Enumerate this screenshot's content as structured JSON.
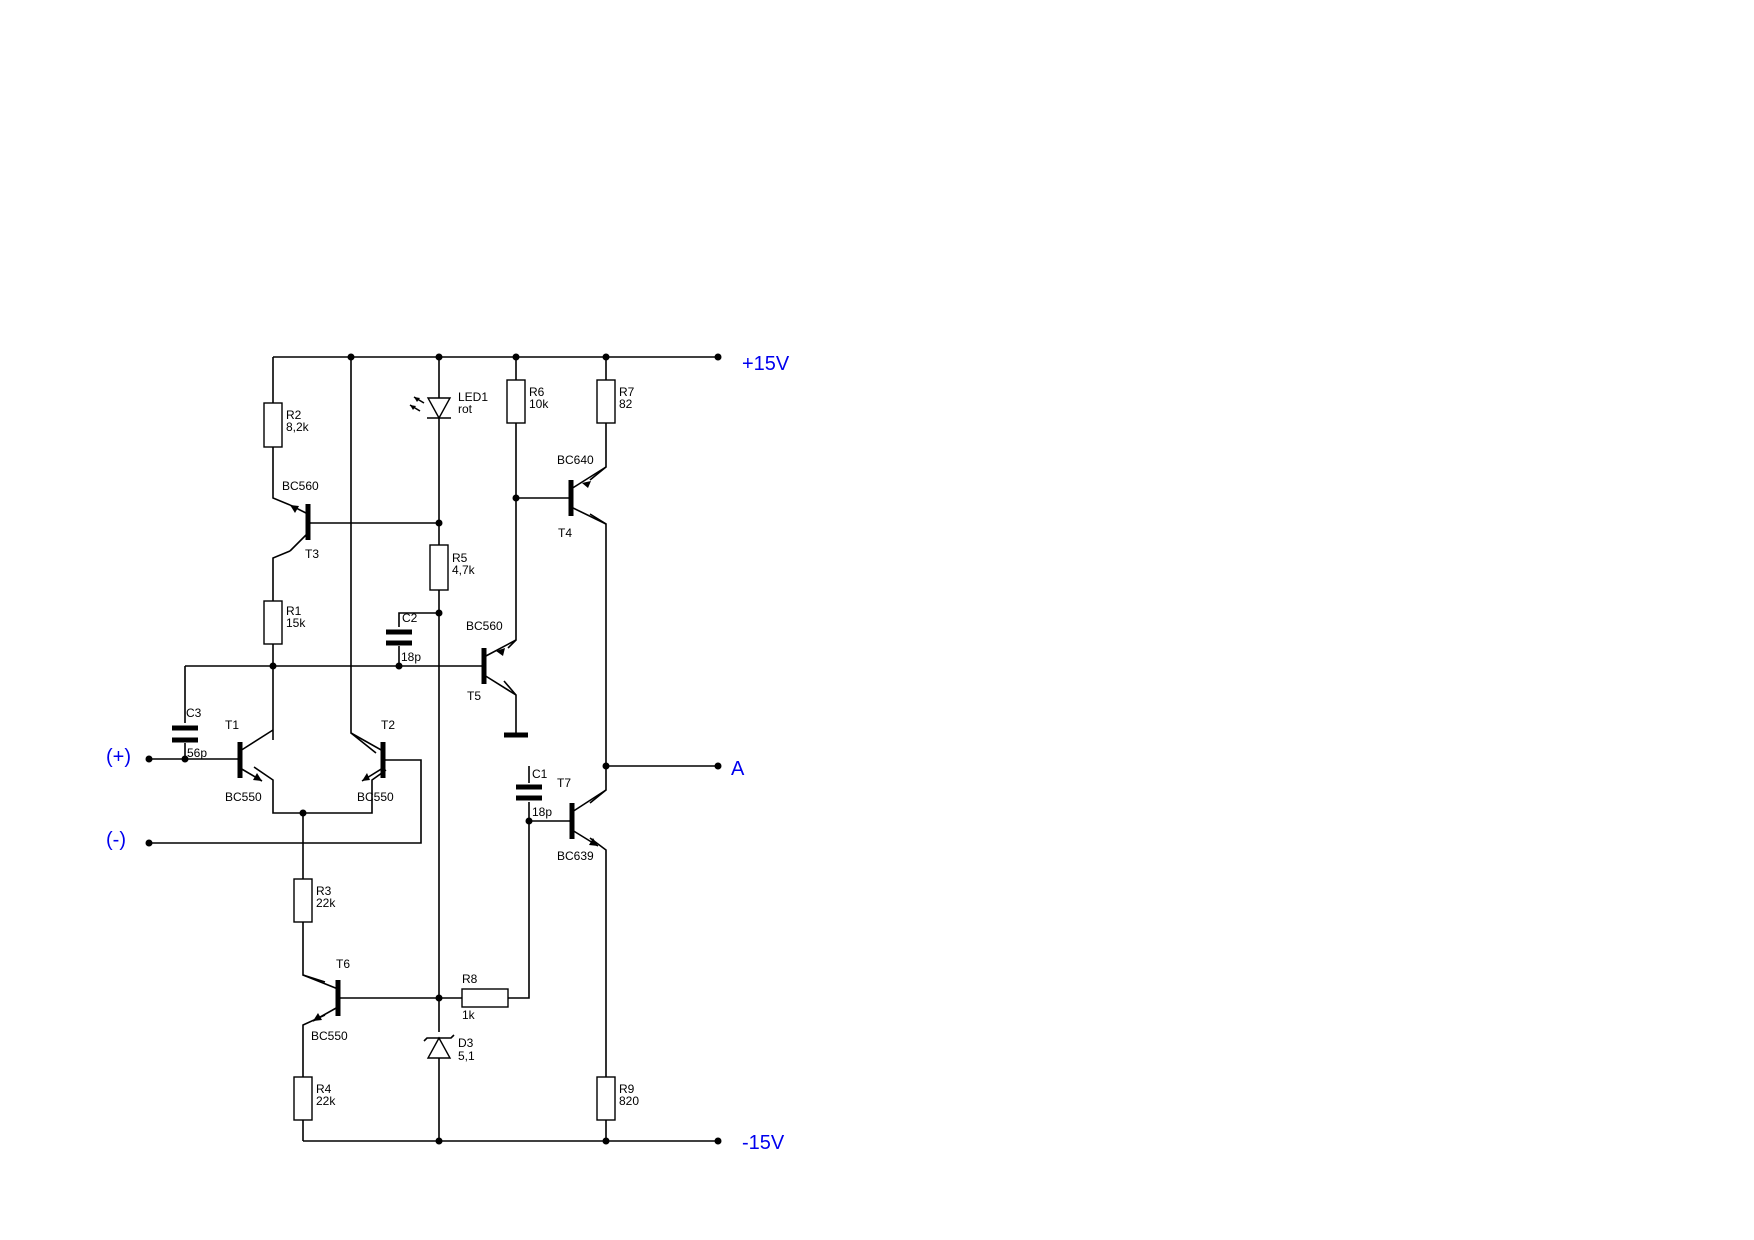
{
  "rails": {
    "pos": "+15V",
    "neg": "-15V",
    "out": "A",
    "in_plus": "(+)",
    "in_minus": "(-)"
  },
  "components": {
    "R1": {
      "ref": "R1",
      "value": "15k"
    },
    "R2": {
      "ref": "R2",
      "value": "8,2k"
    },
    "R3": {
      "ref": "R3",
      "value": "22k"
    },
    "R4": {
      "ref": "R4",
      "value": "22k"
    },
    "R5": {
      "ref": "R5",
      "value": "4,7k"
    },
    "R6": {
      "ref": "R6",
      "value": "10k"
    },
    "R7": {
      "ref": "R7",
      "value": "82"
    },
    "R8": {
      "ref": "R8",
      "value": "1k"
    },
    "R9": {
      "ref": "R9",
      "value": "820"
    },
    "C1": {
      "ref": "C1",
      "value": "18p"
    },
    "C2": {
      "ref": "C2",
      "value": "18p"
    },
    "C3": {
      "ref": "C3",
      "value": "56p"
    },
    "LED1": {
      "ref": "LED1",
      "value": "rot"
    },
    "D3": {
      "ref": "D3",
      "value": "5,1"
    },
    "T1": {
      "ref": "T1",
      "type": "BC550"
    },
    "T2": {
      "ref": "T2",
      "type": "BC550"
    },
    "T3": {
      "ref": "T3",
      "type": "BC560"
    },
    "T4": {
      "ref": "T4",
      "type": "BC640"
    },
    "T5": {
      "ref": "T5",
      "type": "BC560"
    },
    "T6": {
      "ref": "T6",
      "type": "BC550"
    },
    "T7": {
      "ref": "T7",
      "type": "BC639"
    }
  },
  "colors": {
    "wire": "#000000",
    "rail_label": "#0000ee",
    "background": "#ffffff"
  }
}
